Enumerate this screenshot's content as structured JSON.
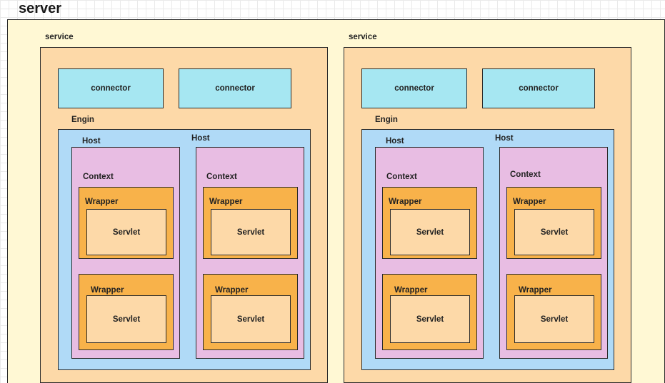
{
  "diagram": {
    "title": "server",
    "labels": {
      "service": "service",
      "connector": "connector",
      "engin": "Engin",
      "host": "Host",
      "context": "Context",
      "wrapper": "Wrapper",
      "servlet": "Servlet"
    },
    "structure": {
      "services": 2,
      "connectors_per_service": 2,
      "hosts_per_engin": 2,
      "wrappers_per_host": 2,
      "servlets_per_wrapper": 1
    },
    "colors": {
      "server_fill": "#fff8d4",
      "service_fill": "#fdd9a8",
      "connector_fill": "#a6e7f2",
      "engin_fill": "#b0daf7",
      "host_fill": "#e8bde3",
      "wrapper_fill": "#f8b24a",
      "servlet_fill": "#fdd9a8",
      "border": "#2b2b2b"
    }
  }
}
